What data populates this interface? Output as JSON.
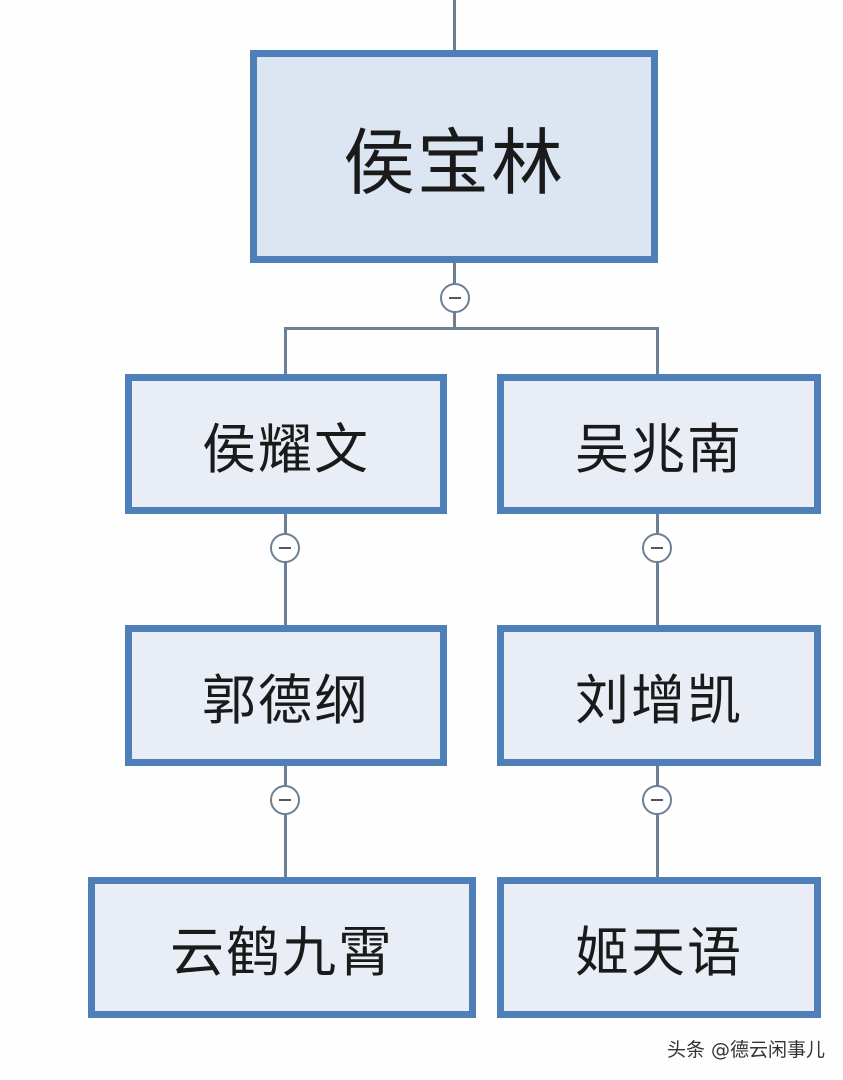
{
  "colors": {
    "border": "#4f7fb8",
    "fill": "#e9eef6"
  },
  "root": {
    "label": "侯宝林"
  },
  "left": [
    "侯耀文",
    "郭德纲",
    "云鹤九霄"
  ],
  "right": [
    "吴兆南",
    "刘增凯",
    "姬天语"
  ],
  "watermark": "头条 @德云闲事儿"
}
